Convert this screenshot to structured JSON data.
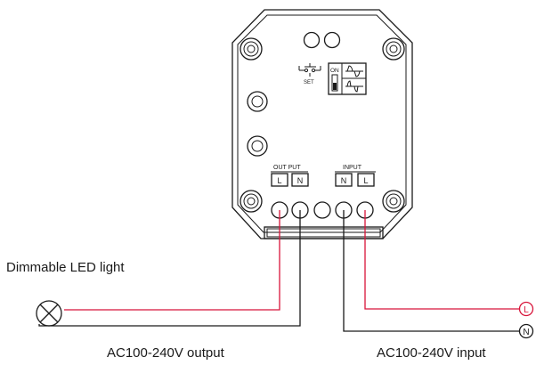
{
  "device": {
    "set_label": "SET",
    "switch_on_label": "ON",
    "output_label": "OUT PUT",
    "output_terminals": [
      "L",
      "N"
    ],
    "input_label": "INPUT",
    "input_terminals": [
      "N",
      "L"
    ]
  },
  "wiring": {
    "load_label": "Dimmable LED light",
    "output_caption": "AC100-240V output",
    "input_caption": "AC100-240V input",
    "live_marker": "L",
    "neutral_marker": "N",
    "live_wire_color": "#d8143a",
    "neutral_wire_color": "#1a1a1a"
  }
}
